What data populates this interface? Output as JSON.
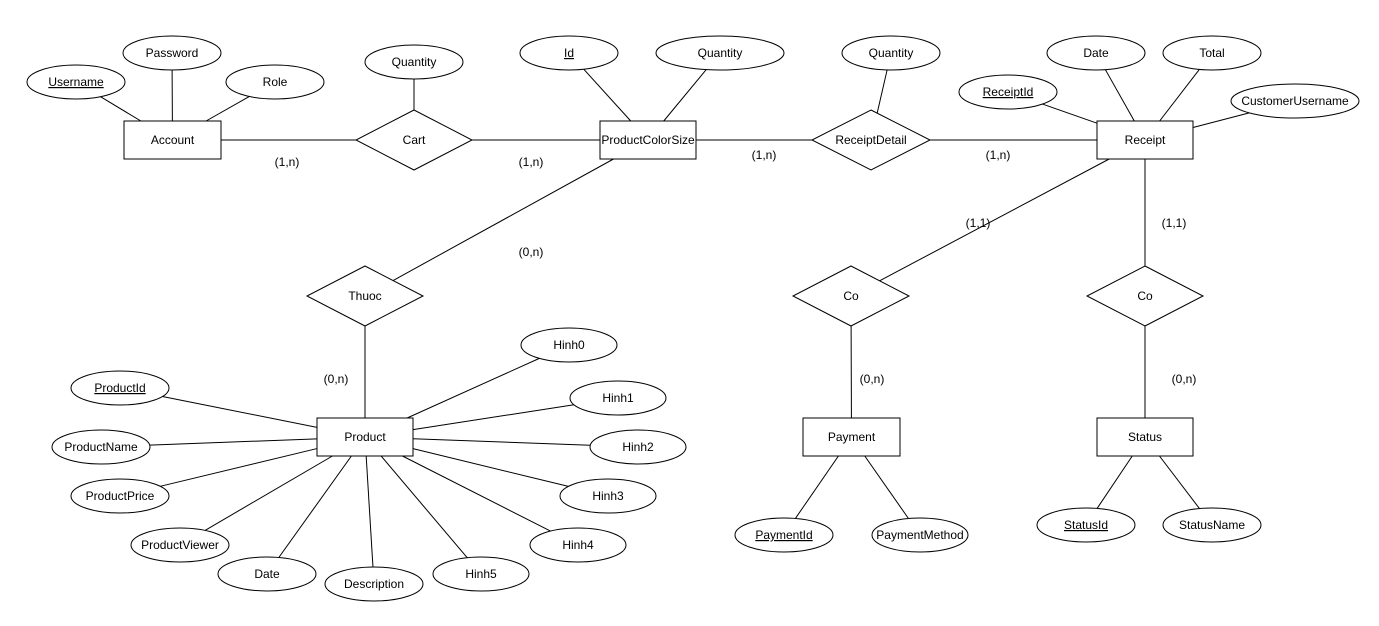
{
  "entities": [
    {
      "id": "account",
      "label": "Account"
    },
    {
      "id": "productcolorsize",
      "label": "ProductColorSize"
    },
    {
      "id": "receipt",
      "label": "Receipt"
    },
    {
      "id": "product",
      "label": "Product"
    },
    {
      "id": "payment",
      "label": "Payment"
    },
    {
      "id": "status",
      "label": "Status"
    }
  ],
  "relationships": [
    {
      "id": "cart",
      "label": "Cart"
    },
    {
      "id": "receiptdetail",
      "label": "ReceiptDetail"
    },
    {
      "id": "thuoc",
      "label": "Thuoc"
    },
    {
      "id": "co_payment",
      "label": "Co"
    },
    {
      "id": "co_status",
      "label": "Co"
    }
  ],
  "attributes": [
    {
      "id": "a_username",
      "label": "Username",
      "key": true
    },
    {
      "id": "a_password",
      "label": "Password",
      "key": false
    },
    {
      "id": "a_role",
      "label": "Role",
      "key": false
    },
    {
      "id": "c_quantity",
      "label": "Quantity",
      "key": false
    },
    {
      "id": "pcs_id",
      "label": "Id",
      "key": true
    },
    {
      "id": "pcs_quantity",
      "label": "Quantity",
      "key": false
    },
    {
      "id": "rd_quantity",
      "label": "Quantity",
      "key": false
    },
    {
      "id": "r_date",
      "label": "Date",
      "key": false
    },
    {
      "id": "r_total",
      "label": "Total",
      "key": false
    },
    {
      "id": "r_receiptid",
      "label": "ReceiptId",
      "key": true
    },
    {
      "id": "r_customer",
      "label": "CustomerUsername",
      "key": false
    },
    {
      "id": "p_hinh0",
      "label": "Hinh0",
      "key": false
    },
    {
      "id": "p_hinh1",
      "label": "Hinh1",
      "key": false
    },
    {
      "id": "p_hinh2",
      "label": "Hinh2",
      "key": false
    },
    {
      "id": "p_hinh3",
      "label": "Hinh3",
      "key": false
    },
    {
      "id": "p_hinh4",
      "label": "Hinh4",
      "key": false
    },
    {
      "id": "p_hinh5",
      "label": "Hinh5",
      "key": false
    },
    {
      "id": "p_productid",
      "label": "ProductId",
      "key": true
    },
    {
      "id": "p_productname",
      "label": "ProductName",
      "key": false
    },
    {
      "id": "p_productprice",
      "label": "ProductPrice",
      "key": false
    },
    {
      "id": "p_productviewer",
      "label": "ProductViewer",
      "key": false
    },
    {
      "id": "p_date",
      "label": "Date",
      "key": false
    },
    {
      "id": "p_description",
      "label": "Description",
      "key": false
    },
    {
      "id": "pay_id",
      "label": "PaymentId",
      "key": true
    },
    {
      "id": "pay_method",
      "label": "PaymentMethod",
      "key": false
    },
    {
      "id": "s_id",
      "label": "StatusId",
      "key": true
    },
    {
      "id": "s_name",
      "label": "StatusName",
      "key": false
    }
  ],
  "edges": [
    {
      "from": "a_username",
      "to": "account"
    },
    {
      "from": "a_password",
      "to": "account"
    },
    {
      "from": "a_role",
      "to": "account"
    },
    {
      "from": "account",
      "to": "cart"
    },
    {
      "from": "cart",
      "to": "productcolorsize"
    },
    {
      "from": "c_quantity",
      "to": "cart"
    },
    {
      "from": "pcs_id",
      "to": "productcolorsize"
    },
    {
      "from": "pcs_quantity",
      "to": "productcolorsize"
    },
    {
      "from": "productcolorsize",
      "to": "receiptdetail"
    },
    {
      "from": "receiptdetail",
      "to": "receipt"
    },
    {
      "from": "rd_quantity",
      "to": "receiptdetail"
    },
    {
      "from": "r_receiptid",
      "to": "receipt"
    },
    {
      "from": "r_date",
      "to": "receipt"
    },
    {
      "from": "r_total",
      "to": "receipt"
    },
    {
      "from": "r_customer",
      "to": "receipt"
    },
    {
      "from": "productcolorsize",
      "to": "thuoc"
    },
    {
      "from": "thuoc",
      "to": "product"
    },
    {
      "from": "receipt",
      "to": "co_payment"
    },
    {
      "from": "co_payment",
      "to": "payment"
    },
    {
      "from": "receipt",
      "to": "co_status"
    },
    {
      "from": "co_status",
      "to": "status"
    },
    {
      "from": "p_productid",
      "to": "product"
    },
    {
      "from": "p_productname",
      "to": "product"
    },
    {
      "from": "p_productprice",
      "to": "product"
    },
    {
      "from": "p_productviewer",
      "to": "product"
    },
    {
      "from": "p_date",
      "to": "product"
    },
    {
      "from": "p_description",
      "to": "product"
    },
    {
      "from": "p_hinh0",
      "to": "product"
    },
    {
      "from": "p_hinh1",
      "to": "product"
    },
    {
      "from": "p_hinh2",
      "to": "product"
    },
    {
      "from": "p_hinh3",
      "to": "product"
    },
    {
      "from": "p_hinh4",
      "to": "product"
    },
    {
      "from": "p_hinh5",
      "to": "product"
    },
    {
      "from": "pay_id",
      "to": "payment"
    },
    {
      "from": "pay_method",
      "to": "payment"
    },
    {
      "from": "s_id",
      "to": "status"
    },
    {
      "from": "s_name",
      "to": "status"
    }
  ],
  "cardinalities": [
    {
      "id": "card_account_cart",
      "label": "(1,n)"
    },
    {
      "id": "card_cart_pcs",
      "label": "(1,n)"
    },
    {
      "id": "card_pcs_rd",
      "label": "(1,n)"
    },
    {
      "id": "card_rd_receipt",
      "label": "(1,n)"
    },
    {
      "id": "card_pcs_thuoc",
      "label": "(0,n)"
    },
    {
      "id": "card_thuoc_product",
      "label": "(0,n)"
    },
    {
      "id": "card_receipt_copay",
      "label": "(1,1)"
    },
    {
      "id": "card_receipt_costatus",
      "label": "(1,1)"
    },
    {
      "id": "card_copay_payment",
      "label": "(0,n)"
    },
    {
      "id": "card_costatus_status",
      "label": "(0,n)"
    }
  ]
}
